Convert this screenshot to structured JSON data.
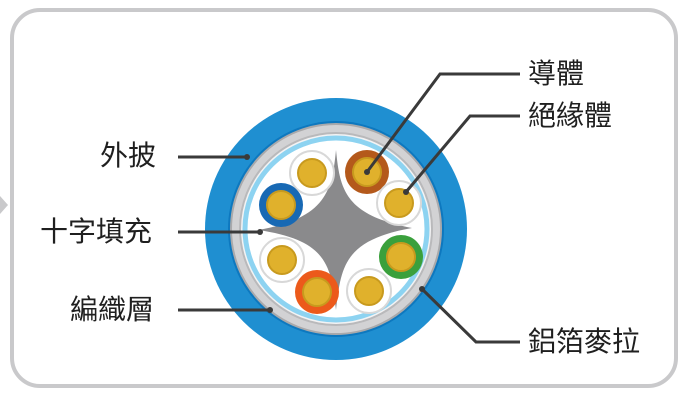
{
  "labels": {
    "conductor": "導體",
    "insulation": "絕緣體",
    "outer_jacket": "外披",
    "cross_filler": "十字填充",
    "braid_layer": "編織層",
    "foil_mylar": "鋁箔麥拉"
  },
  "colors": {
    "jacket": "#1f8fd1",
    "jacket_rim": "#0a6fb3",
    "braid": "#c7c7c9",
    "inner_blue": "#8dd3f1",
    "filler": "#8a8a8c",
    "conductor_gold": "#e0b12c",
    "leader_line": "#3a3a3a",
    "frame": "#c9c9cb",
    "pair_colors": [
      "#b4591b",
      "#1869b4",
      "#3aa03c",
      "#ec5a1b",
      "#ffffff"
    ]
  }
}
